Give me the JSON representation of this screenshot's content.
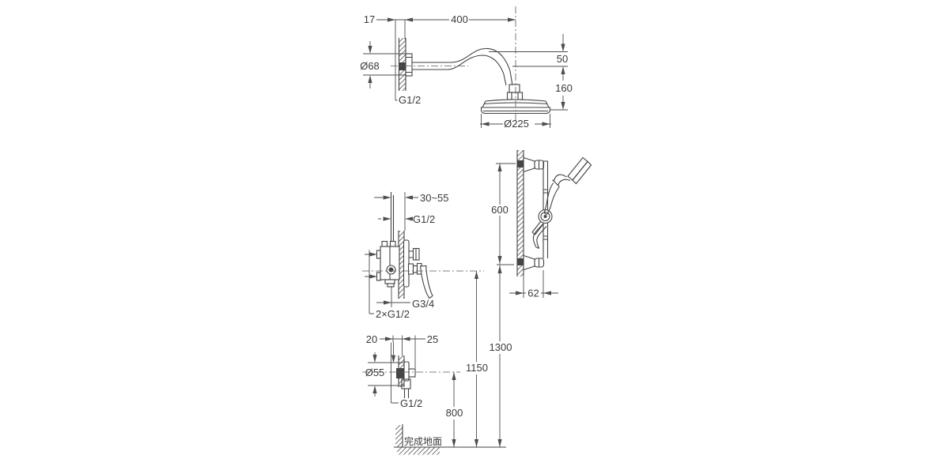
{
  "overhead_shower": {
    "wall_thickness": "17",
    "arm_length": "400",
    "flange_diameter": "Ø68",
    "connection_thread": "G1/2",
    "arm_rise": "50",
    "head_drop": "160",
    "head_diameter": "Ø225"
  },
  "hand_shower_rail": {
    "rail_length": "600",
    "wall_offset": "62"
  },
  "mixer_valve": {
    "embed_depth_range": "30~55",
    "supply_thread": "G1/2",
    "outlet_thread": "G3/4",
    "inlet_threads": "2×G1/2"
  },
  "hose_outlet": {
    "offset_left": "20",
    "offset_right": "25",
    "flange_diameter": "Ø55",
    "thread": "G1/2"
  },
  "install_heights": {
    "outlet_height": "800",
    "mixer_height": "1150",
    "rail_height": "1300"
  },
  "floor": {
    "finished_floor_label": "完成地面"
  }
}
